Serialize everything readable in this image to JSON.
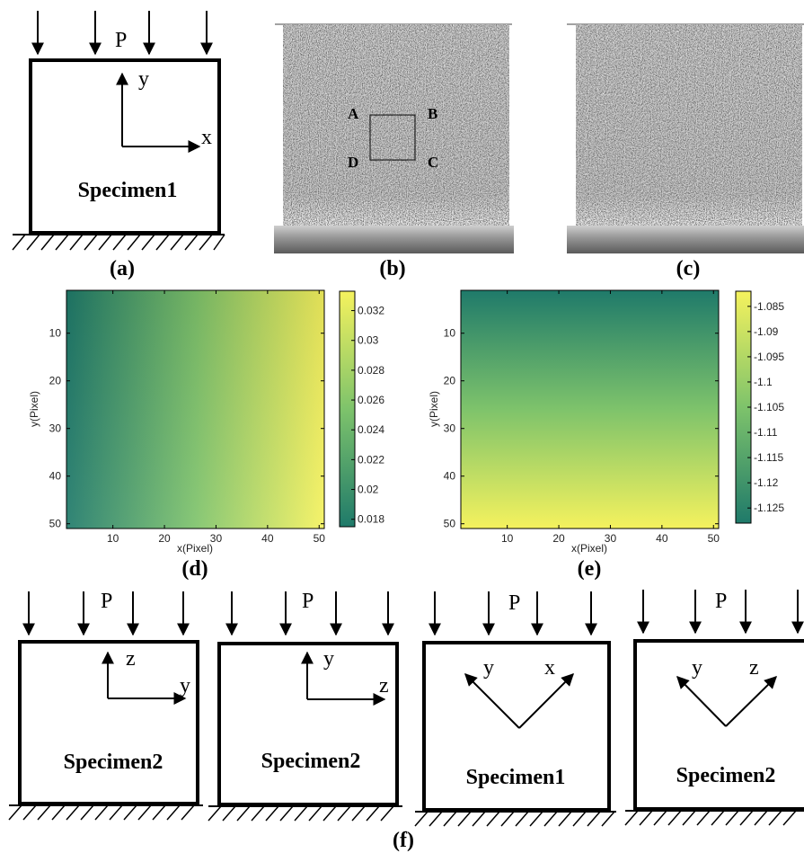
{
  "panels": {
    "a": {
      "label": "(a)",
      "force": "P",
      "axis_v": "y",
      "axis_h": "x",
      "specimen": "Specimen1"
    },
    "b": {
      "label": "(b)",
      "corners": [
        "A",
        "B",
        "C",
        "D"
      ]
    },
    "c": {
      "label": "(c)"
    },
    "d": {
      "label": "(d)"
    },
    "e": {
      "label": "(e)"
    },
    "f": {
      "label": "(f)",
      "diagrams": [
        {
          "force": "P",
          "axis_v": "z",
          "axis_h": "y",
          "specimen": "Specimen2"
        },
        {
          "force": "P",
          "axis_v": "y",
          "axis_h": "z",
          "specimen": "Specimen2"
        },
        {
          "force": "P",
          "axis_l": "y",
          "axis_r": "x",
          "specimen": "Specimen1"
        },
        {
          "force": "P",
          "axis_l": "y",
          "axis_r": "z",
          "specimen": "Specimen2"
        }
      ]
    }
  },
  "chart_data": [
    {
      "type": "heatmap",
      "panel": "(d)",
      "gradient_direction": "left-to-right",
      "xlabel": "x(Pixel)",
      "ylabel": "y(Pixel)",
      "xlim": [
        1,
        51
      ],
      "ylim": [
        1,
        51
      ],
      "xticks": [
        10,
        20,
        30,
        40,
        50
      ],
      "yticks": [
        10,
        20,
        30,
        40,
        50
      ],
      "colorbar_ticks": [
        "0.032",
        "0.03",
        "0.028",
        "0.026",
        "0.024",
        "0.022",
        "0.02",
        "0.018"
      ],
      "colorbar_range": [
        0.0175,
        0.0333
      ],
      "colormap": [
        "#1f7a6a",
        "#f5f25e"
      ]
    },
    {
      "type": "heatmap",
      "panel": "(e)",
      "gradient_direction": "top-to-bottom",
      "xlabel": "x(Pixel)",
      "ylabel": "y(Pixel)",
      "xlim": [
        1,
        51
      ],
      "ylim": [
        1,
        51
      ],
      "xticks": [
        10,
        20,
        30,
        40,
        50
      ],
      "yticks": [
        10,
        20,
        30,
        40,
        50
      ],
      "colorbar_ticks": [
        "-1.085",
        "-1.09",
        "-1.095",
        "-1.1",
        "-1.105",
        "-1.11",
        "-1.115",
        "-1.12",
        "-1.125"
      ],
      "colorbar_range": [
        -1.128,
        -1.082
      ],
      "colormap": [
        "#1f7a6a",
        "#f5f25e"
      ]
    }
  ]
}
